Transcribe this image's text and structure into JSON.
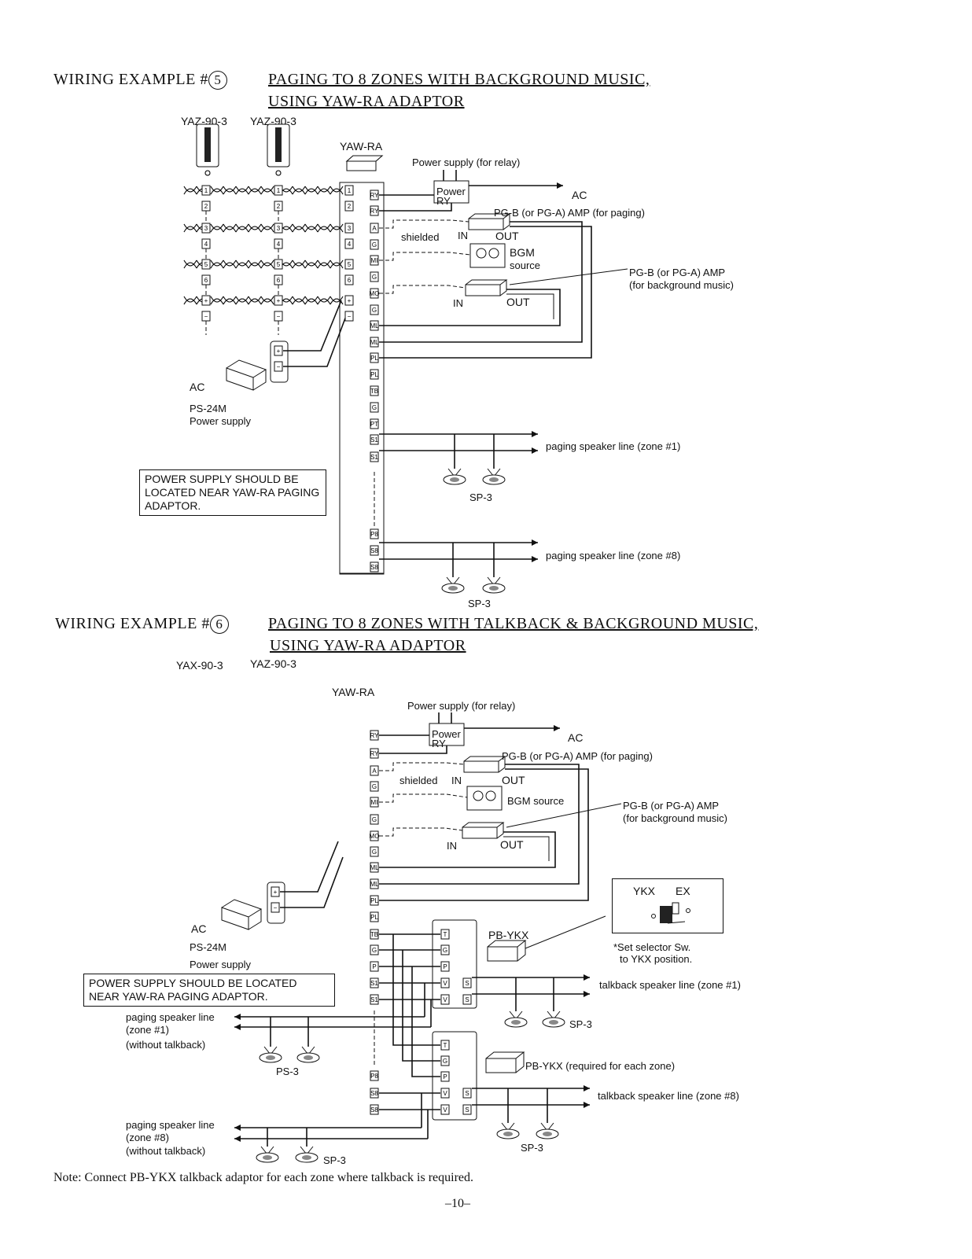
{
  "ex5": {
    "heading": "WIRING EXAMPLE #",
    "num": "5",
    "title_line1": "PAGING TO 8 ZONES WITH BACKGROUND MUSIC,",
    "title_line2": "USING YAW-RA ADAPTOR",
    "station_a": "YAZ-90-3",
    "station_b": "YAZ-90-3",
    "adaptor": "YAW-RA",
    "power_relay": "Power supply (for relay)",
    "relay_box_1": "Power",
    "relay_box_2": "RY",
    "ac_out": "AC",
    "amp_paging": "PG-B (or PG-A) AMP (for paging)",
    "shielded": "shielded",
    "in_1": "IN",
    "out_1": "OUT",
    "bgm_1": "BGM",
    "bgm_2": "source",
    "amp_bgm_1": "PG-B (or PG-A) AMP",
    "amp_bgm_2": "(for background music)",
    "in_2": "IN",
    "out_2": "OUT",
    "ps_ac": "AC",
    "ps_model": "PS-24M",
    "ps_label": "Power supply",
    "notice": "POWER SUPPLY SHOULD BE LOCATED NEAR YAW-RA PAGING ADAPTOR.",
    "zone1": "paging speaker line (zone #1)",
    "zone8": "paging speaker line (zone #8)",
    "sp_a": "SP-3",
    "sp_b": "SP-3"
  },
  "ex6": {
    "heading": "WIRING EXAMPLE #",
    "num": "6",
    "title_line1": "PAGING TO 8 ZONES WITH TALKBACK & BACKGROUND MUSIC,",
    "title_line2": "USING YAW-RA ADAPTOR",
    "station_a": "YAX-90-3",
    "station_b": "YAZ-90-3",
    "adaptor": "YAW-RA",
    "power_relay": "Power supply (for relay)",
    "relay_box_1": "Power",
    "relay_box_2": "RY",
    "ac_out": "AC",
    "amp_paging": "PG-B (or PG-A) AMP (for paging)",
    "shielded": "shielded",
    "in_1": "IN",
    "out_1": "OUT",
    "bgm": "BGM source",
    "amp_bgm_1": "PG-B (or PG-A) AMP",
    "amp_bgm_2": "(for background music)",
    "in_2": "IN",
    "out_2": "OUT",
    "ykx_a": "YKX",
    "ykx_b": "EX",
    "pbykx": "PB-YKX",
    "selector_1": "*Set selector Sw.",
    "selector_2": "to YKX position.",
    "ps_ac": "AC",
    "ps_model": "PS-24M",
    "ps_label": "Power supply",
    "notice": "POWER SUPPLY SHOULD BE LOCATED NEAR YAW-RA PAGING ADAPTOR.",
    "talk1": "talkback speaker line (zone #1)",
    "talk8": "talkback speaker line (zone #8)",
    "page1_a": "paging speaker line",
    "page1_b": "(zone #1)",
    "page1_c": "(without talkback)",
    "page8_a": "paging speaker line",
    "page8_b": "(zone #8)",
    "page8_c": "(without talkback)",
    "ps3": "PS-3",
    "sp_a": "SP-3",
    "sp_b": "SP-3",
    "sp_c": "SP-3",
    "pbykx_each": "PB-YKX (required for each zone)"
  },
  "note": "Note: Connect PB-YKX talkback adaptor for each zone where talkback is required.",
  "page_number": "–10–"
}
